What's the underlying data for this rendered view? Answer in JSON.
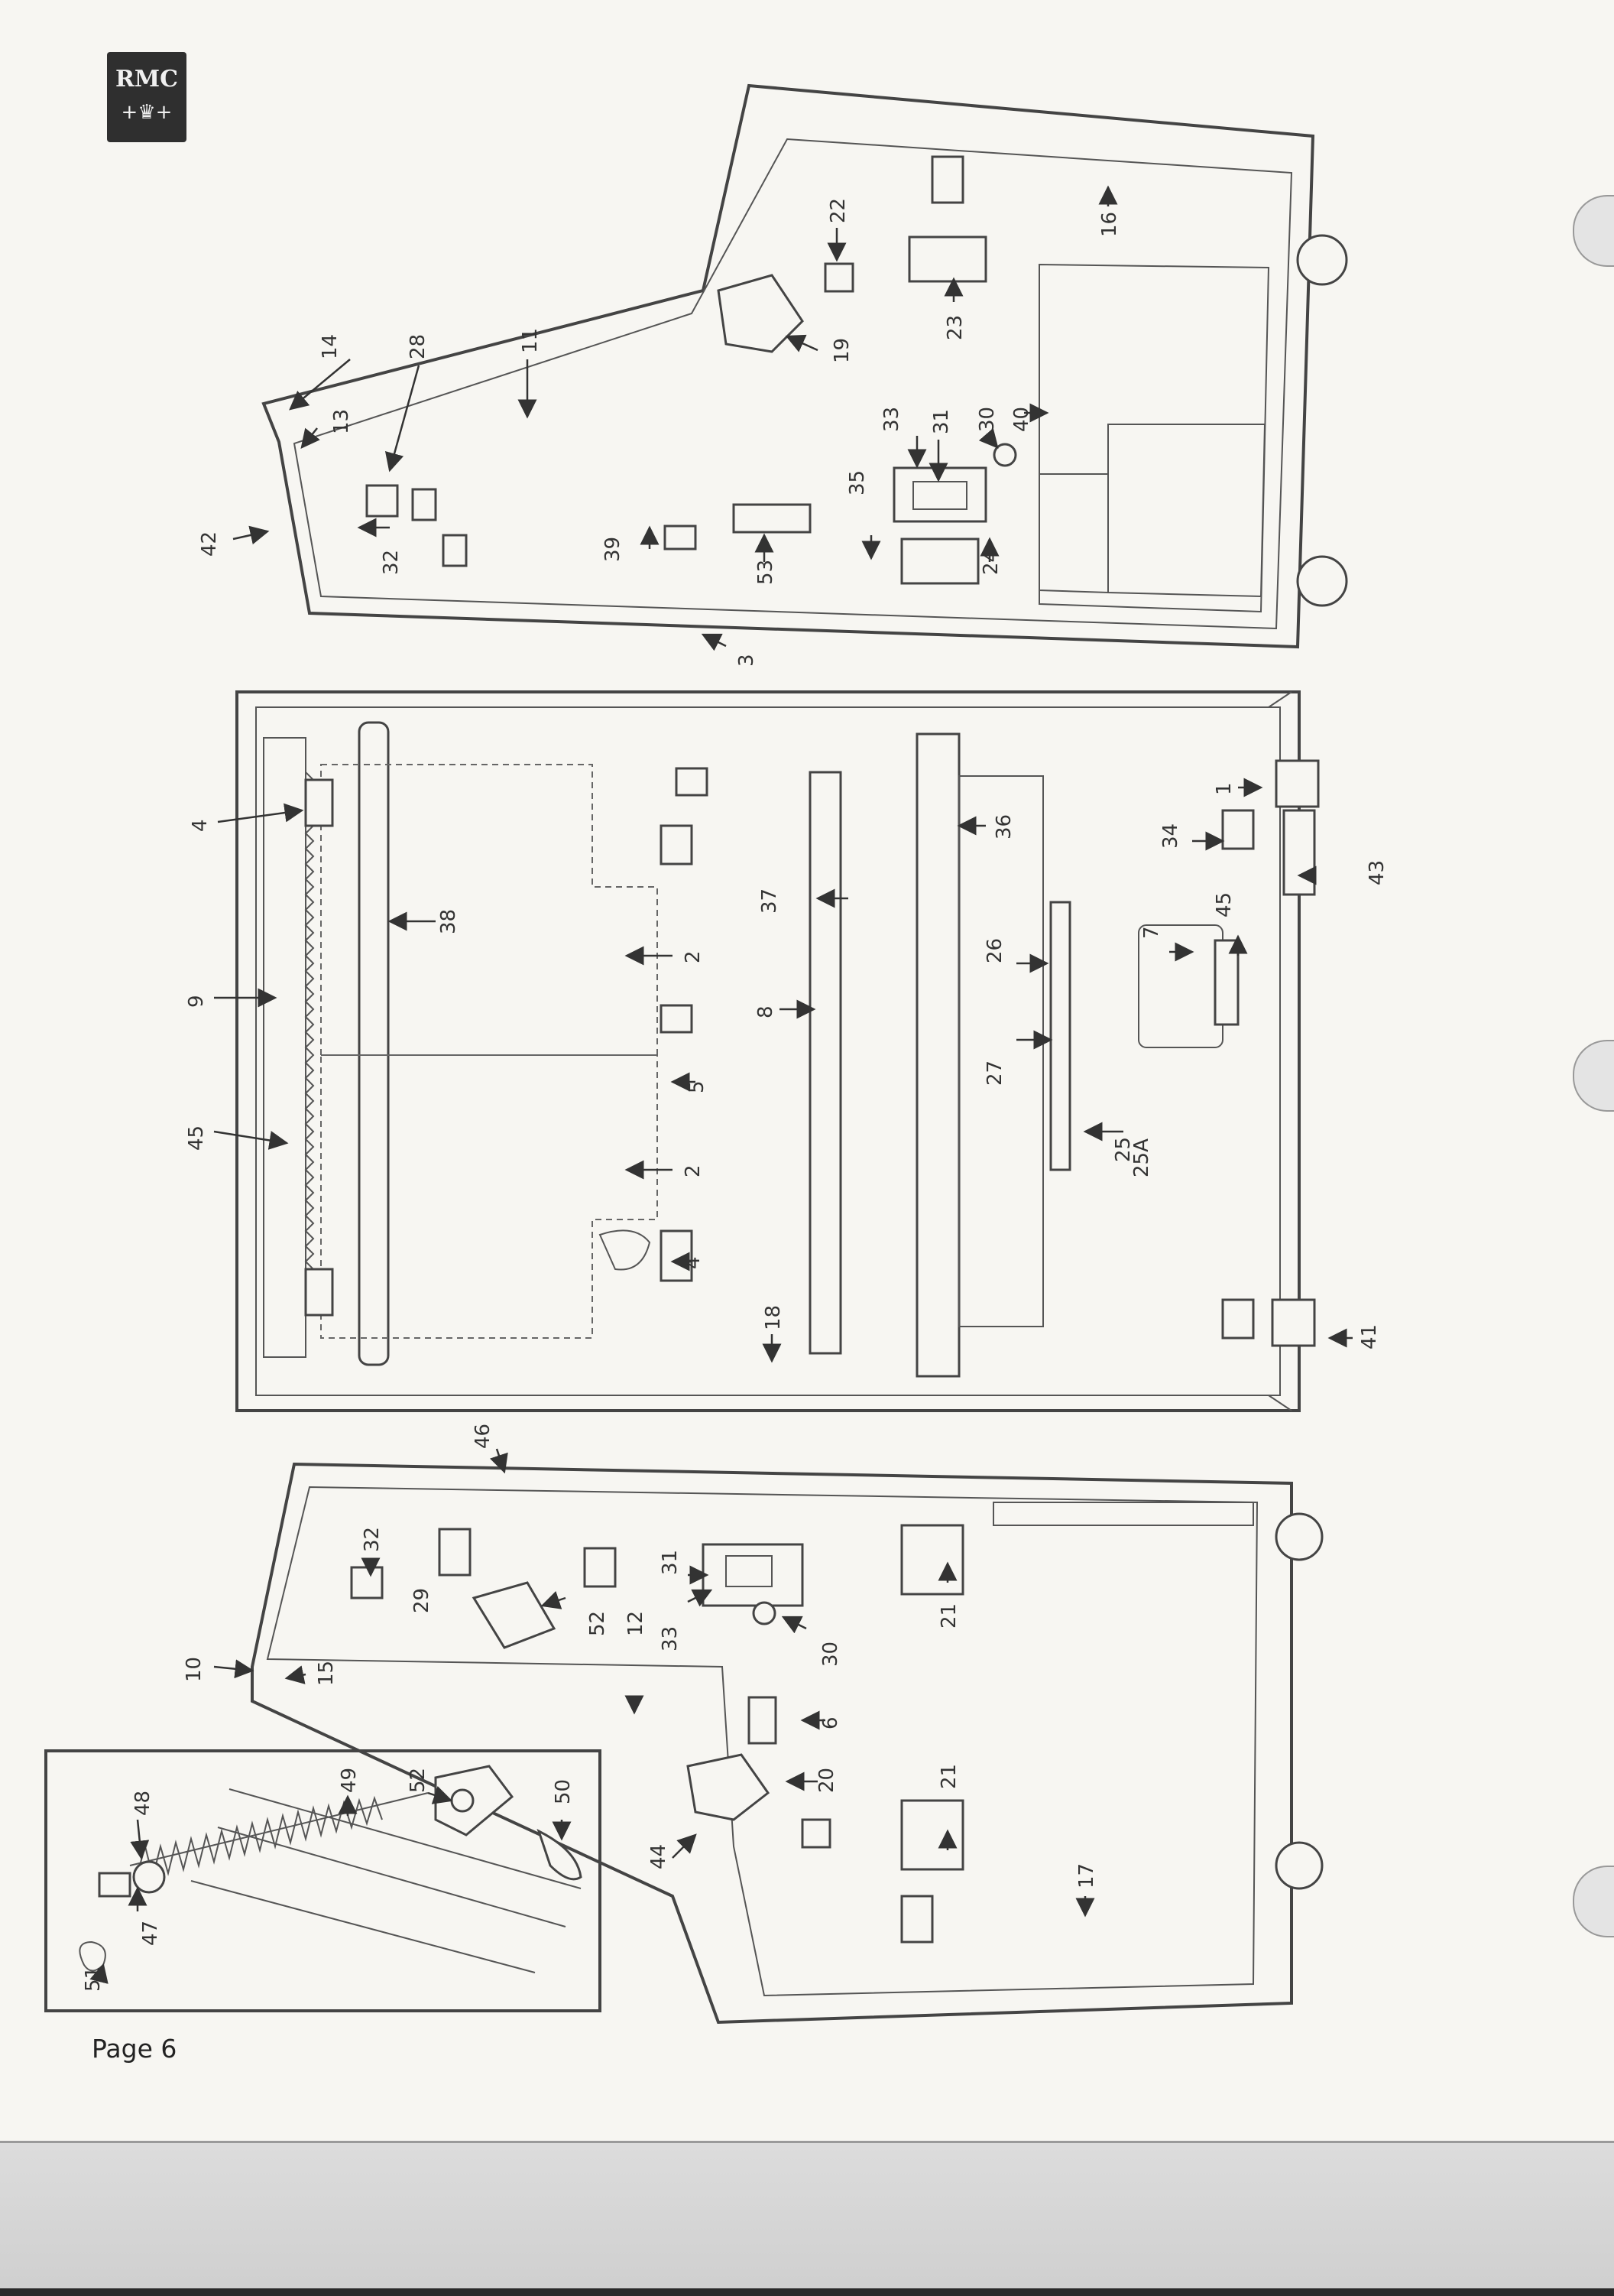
{
  "logo": {
    "text": "RMC",
    "crown": "+♛+"
  },
  "page": {
    "number_label": "Page 6"
  },
  "callouts": {
    "top_cabinet": [
      "14",
      "28",
      "11",
      "42",
      "13",
      "22",
      "19",
      "32",
      "39",
      "53",
      "35",
      "33",
      "31",
      "30",
      "40",
      "23",
      "24",
      "16",
      "3"
    ],
    "middle_cabinet": [
      "4",
      "9",
      "45",
      "38",
      "2",
      "37",
      "8",
      "36",
      "26",
      "27",
      "25",
      "25A",
      "7",
      "45",
      "34",
      "43",
      "1",
      "5",
      "2",
      "4",
      "18",
      "41"
    ],
    "bottom_cabinet": [
      "46",
      "32",
      "29",
      "52",
      "31",
      "33",
      "30",
      "21",
      "12",
      "10",
      "15",
      "6",
      "20",
      "21",
      "44",
      "17"
    ],
    "inset_detail": [
      "48",
      "49",
      "52",
      "50",
      "47",
      "51"
    ]
  }
}
